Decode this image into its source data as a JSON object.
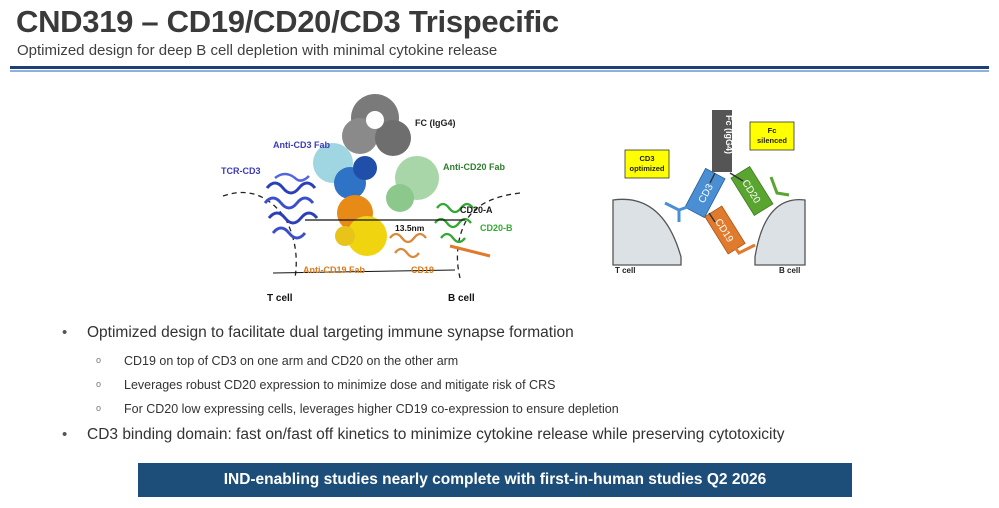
{
  "slide": {
    "title": "CND319 – CD19/CD20/CD3 Trispecific",
    "subtitle": "Optimized design for deep B cell depletion with minimal cytokine release"
  },
  "structure_figure": {
    "labels": {
      "fc": "FC (IgG4)",
      "anti_cd3": "Anti-CD3 Fab",
      "tcr_cd3": "TCR-CD3",
      "anti_cd20": "Anti-CD20 Fab",
      "cd20a": "CD20-A",
      "cd20b": "CD20-B",
      "distance": "13.5nm",
      "anti_cd19": "Anti-CD19 Fab",
      "cd19": "CD19",
      "tcell": "T cell",
      "bcell": "B cell"
    }
  },
  "schematic": {
    "fc_label": "Fc (IgG4)",
    "fc_silenced_l1": "Fc",
    "fc_silenced_l2": "silenced",
    "cd3_opt_l1": "CD3",
    "cd3_opt_l2": "optimized",
    "cd3": "CD3",
    "cd20": "CD20",
    "cd19": "CD19",
    "tcell": "T cell",
    "bcell": "B cell"
  },
  "bullets": {
    "b1": "Optimized design to facilitate dual targeting immune synapse formation",
    "b1_sub": [
      "CD19 on top of CD3 on one arm and CD20 on the other arm",
      "Leverages robust CD20 expression to minimize dose and mitigate risk of CRS",
      "For CD20 low expressing cells, leverages higher CD19 co-expression to ensure depletion"
    ],
    "b2": "CD3 binding domain: fast on/fast off kinetics to minimize cytokine release while preserving cytotoxicity"
  },
  "banner": "IND-enabling studies nearly complete with first-in-human studies Q2 2026",
  "colors": {
    "header_rule": "#1f3f78",
    "banner": "#1d4e79",
    "cd3": "#4a8fd4",
    "cd20": "#5aa530",
    "cd19": "#e07a2c",
    "callout": "#ffff00"
  }
}
